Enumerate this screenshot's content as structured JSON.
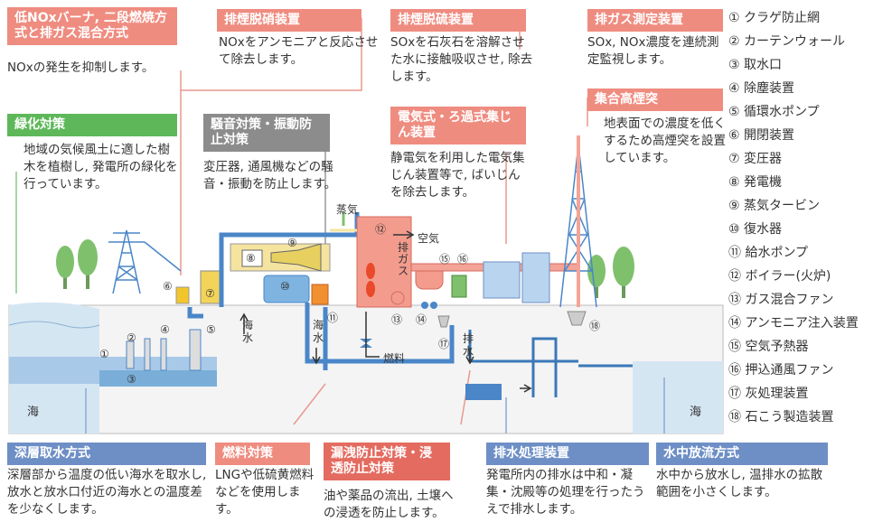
{
  "callouts": {
    "lownox": {
      "title": "低NOxバーナ, 二段燃焼方式と排ガス混合方式",
      "desc": "NOxの発生を抑制します。"
    },
    "denitration": {
      "title": "排煙脱硝装置",
      "desc": "NOxをアンモニアと反応させて除去します。"
    },
    "desulfurization": {
      "title": "排煙脱硫装置",
      "desc": "SOxを石灰石を溶解させた水に接触吸収させ, 除去します。"
    },
    "measurement": {
      "title": "排ガス測定装置",
      "desc": "SOx, NOx濃度を連続測定監視します。"
    },
    "greening": {
      "title": "緑化対策",
      "desc": "地域の気候風土に適した樹木を植樹し, 発電所の緑化を行っています。"
    },
    "noise": {
      "title": "騒音対策・振動防止対策",
      "desc": "変圧器, 通風機などの騒音・振動を防止します。"
    },
    "esp": {
      "title": "電気式・ろ過式集じん装置",
      "desc": "静電気を利用した電気集じん装置等で, ばいじんを除去します。"
    },
    "stack": {
      "title": "集合高煙突",
      "desc": "地表面での濃度を低くするため高煙突を設置しています。"
    },
    "deepintake": {
      "title": "深層取水方式",
      "desc": "深層部から温度の低い海水を取水し, 放水と放水口付近の海水との温度差を少なくします。"
    },
    "fuel": {
      "title": "燃料対策",
      "desc": "LNGや低硫黄燃料などを使用します。"
    },
    "leak": {
      "title": "漏洩防止対策・浸透防止対策",
      "desc": "油や薬品の流出, 土壌への浸透を防止します。"
    },
    "wastewater": {
      "title": "排水処理装置",
      "desc": "発電所内の排水は中和・凝集・沈殿等の処理を行ったうえで排水します。"
    },
    "underwater": {
      "title": "水中放流方式",
      "desc": "水中から放水し, 温排水の拡散範囲を小さくします。"
    }
  },
  "legend": [
    "① クラゲ防止網",
    "② カーテンウォール",
    "③ 取水口",
    "④ 除塵装置",
    "⑤ 循環水ポンプ",
    "⑥ 開閉装置",
    "⑦ 変圧器",
    "⑧ 発電機",
    "⑨ 蒸気タービン",
    "⑩ 復水器",
    "⑪ 給水ポンプ",
    "⑫ ボイラー(火炉)",
    "⑬ ガス混合ファン",
    "⑭ アンモニア注入装置",
    "⑮ 空気予熱器",
    "⑯ 押込通風ファン",
    "⑰ 灰処理装置",
    "⑱ 石こう製造装置"
  ],
  "diagram": {
    "sea_left": "海",
    "sea_right": "海",
    "steam": "蒸気",
    "air": "空気",
    "exhaust_gas": "排ガス",
    "seawater_up": "海水",
    "seawater_down": "海水",
    "fuel": "燃料",
    "drain": "排水",
    "markers": [
      "①",
      "②",
      "③",
      "④",
      "⑤",
      "⑥",
      "⑦",
      "⑧",
      "⑨",
      "⑩",
      "⑪",
      "⑫",
      "⑬",
      "⑭",
      "⑮",
      "⑯",
      "⑰",
      "⑱"
    ]
  },
  "colors": {
    "salmon": "#ef8c80",
    "green": "#5eb85a",
    "gray": "#8c8c8c",
    "blue": "#6e8fc6",
    "red": "#e46b60",
    "pipe_blue": "#4a86c8",
    "sea": "#cfe2f0",
    "gas": "#f0a090"
  }
}
